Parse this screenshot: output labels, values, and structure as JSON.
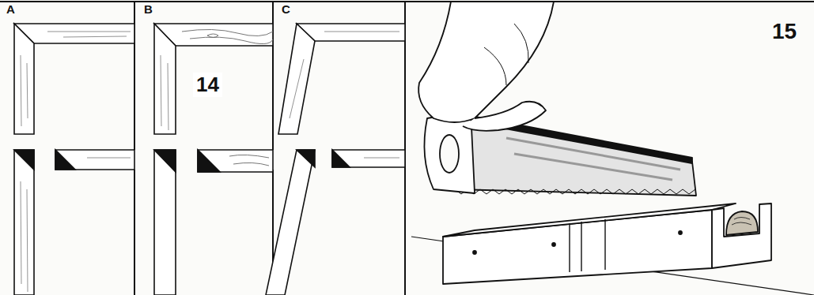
{
  "diagram": {
    "labels": [
      "A",
      "B",
      "C",
      "14",
      "15"
    ]
  }
}
